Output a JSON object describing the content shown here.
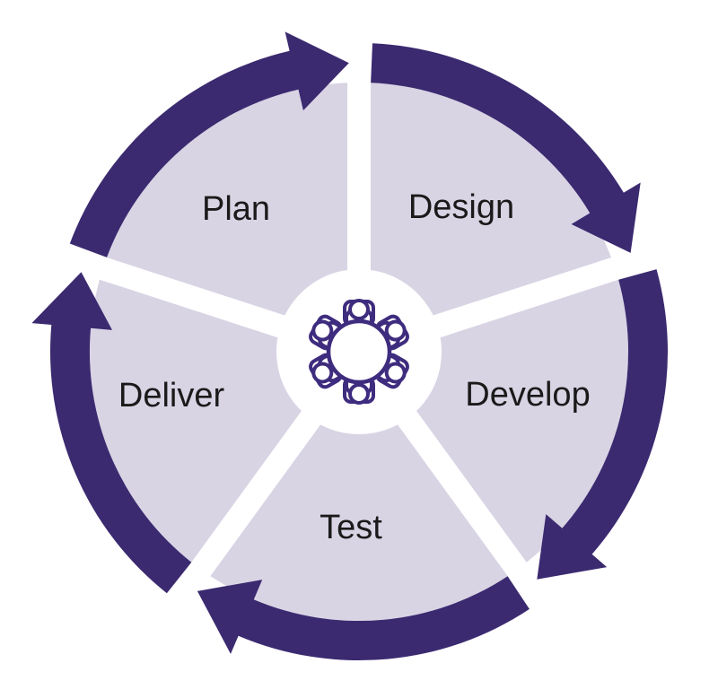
{
  "colors": {
    "ring": "#3b2a70",
    "segment-fill": "#d8d4e4",
    "label": "#1a1a1a",
    "icon-stroke": "#3e2c7e",
    "background": "#ffffff"
  },
  "diagram": {
    "type": "cycle",
    "direction": "clockwise",
    "center_icon": "team-meeting-round-table-icon",
    "segments": [
      {
        "label": "Plan"
      },
      {
        "label": "Design"
      },
      {
        "label": "Develop"
      },
      {
        "label": "Test"
      },
      {
        "label": "Deliver"
      }
    ]
  }
}
